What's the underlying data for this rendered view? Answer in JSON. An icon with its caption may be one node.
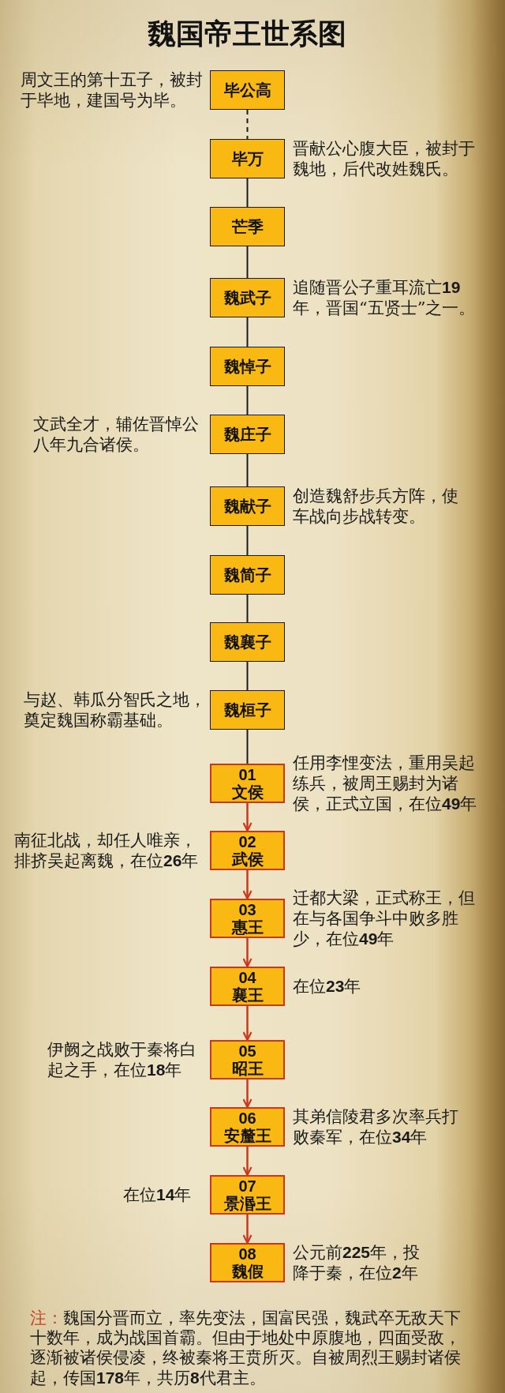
{
  "diagram": {
    "title": "魏国帝王世系图",
    "nodes": [
      {
        "text": [
          "毕公高"
        ],
        "beside": [
          "周文王的第十五子，被封于毕地，建国号为毕。"
        ]
      },
      {
        "text": [
          "毕万"
        ],
        "beside": [
          "晋献公心腹大臣，被封于魏地，后代改姓魏氏。"
        ]
      },
      {
        "text": [
          "芒季"
        ]
      },
      {
        "text": [
          "魏武子"
        ],
        "beside": [
          "追随晋公子重耳流亡**19**年，晋国“五贤士”之一。"
        ]
      },
      {
        "text": [
          "魏悼子"
        ]
      },
      {
        "text": [
          "魏庄子"
        ],
        "beside": [
          "文武全才，辅佐晋悼公八年九合诸侯。"
        ]
      },
      {
        "text": [
          "魏献子"
        ],
        "beside": [
          "创造魏舒步兵方阵，使车战向步战转变。"
        ]
      },
      {
        "text": [
          "魏简子"
        ]
      },
      {
        "text": [
          "魏襄子"
        ]
      },
      {
        "text": [
          "魏桓子"
        ],
        "beside": [
          "与赵、韩瓜分智氏之地，奠定魏国称霸基础。"
        ]
      },
      {
        "text": [
          "01",
          "文侯"
        ],
        "beside": [
          "任用李悝变法，重用吴起练兵，被周王赐封为诸侯，正式立国，在位**49**年"
        ]
      },
      {
        "text": [
          "02",
          "武侯"
        ],
        "beside": [
          "南征北战，却任人唯亲，排挤吴起离魏，在位**26**年"
        ]
      },
      {
        "text": [
          "03",
          "惠王"
        ],
        "beside": [
          "迁都大梁，正式称王，但在与各国争斗中败多胜少，在位**49**年"
        ]
      },
      {
        "text": [
          "04",
          "襄王"
        ],
        "beside": [
          "在位**23**年"
        ]
      },
      {
        "text": [
          "05",
          "昭王"
        ],
        "beside": [
          "伊阙之战败于秦将白起之手，在位**18**年"
        ]
      },
      {
        "text": [
          "06",
          "安釐王"
        ],
        "beside": [
          "其弟信陵君多次率兵打败秦军，在位**34**年"
        ]
      },
      {
        "text": [
          "07",
          "景湣王"
        ],
        "beside": [
          "在位**14**年"
        ]
      },
      {
        "text": [
          "08",
          "魏假"
        ],
        "beside": [
          "公元前**225**年，投降于秦，在位**2**年"
        ]
      }
    ],
    "edges": [
      {
        "from": 0,
        "to": 1,
        "arrow": "none",
        "style": "dashed"
      },
      {
        "from": 1,
        "to": 2,
        "arrow": "none"
      },
      {
        "from": 2,
        "to": 3,
        "arrow": "none"
      },
      {
        "from": 3,
        "to": 4,
        "arrow": "none"
      },
      {
        "from": 4,
        "to": 5,
        "arrow": "none"
      },
      {
        "from": 5,
        "to": 6,
        "arrow": "none"
      },
      {
        "from": 6,
        "to": 7,
        "arrow": "none"
      },
      {
        "from": 7,
        "to": 8,
        "arrow": "none"
      },
      {
        "from": 8,
        "to": 9,
        "arrow": "none"
      },
      {
        "from": 9,
        "to": 10,
        "arrow": "none"
      },
      {
        "from": 10,
        "to": 11,
        "arrow": "to",
        "color": "#c9381c"
      },
      {
        "from": 11,
        "to": 12,
        "arrow": "to",
        "color": "#c9381c"
      },
      {
        "from": 12,
        "to": 13,
        "arrow": "to",
        "color": "#c9381c"
      },
      {
        "from": 13,
        "to": 14,
        "arrow": "to",
        "color": "#c9381c"
      },
      {
        "from": 14,
        "to": 15,
        "arrow": "to",
        "color": "#c9381c"
      },
      {
        "from": 15,
        "to": 16,
        "arrow": "to",
        "color": "#c9381c"
      },
      {
        "from": 16,
        "to": 17,
        "arrow": "to",
        "color": "#c9381c"
      }
    ],
    "caption": "注：魏国分晋而立，率先变法，国富民强，魏武卒无敌天下十数年，成为战国首霸。但由于地处中原腹地，四面受敌，逐渐被诸侯侵凌，终被秦将王贲所灭。自被周烈王赐封诸侯起，传国**178**年，共历**8**代君主。"
  }
}
